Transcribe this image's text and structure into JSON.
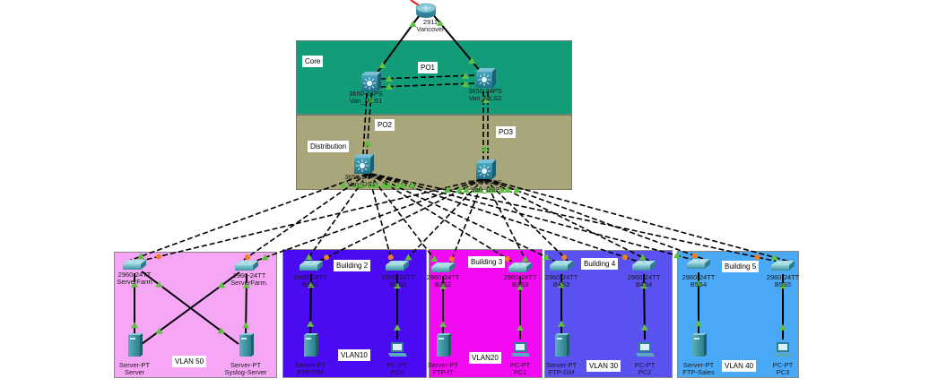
{
  "colors": {
    "core": "#139c7a",
    "distribution": "#a9a67b",
    "serverfarm": "#f5a6f5",
    "building2": "#4a0bf2",
    "building3": "#f20af2",
    "building4": "#5a52f0",
    "building5": "#4aa9f7",
    "link_up": "#5fbf3f",
    "link_down": "#f0801e"
  },
  "areas": {
    "core": {
      "label": "Core"
    },
    "distribution": {
      "label": "Distribution"
    },
    "serverfarm": {
      "label": "VLAN 50"
    },
    "building2": {
      "label": "Building 2",
      "vlan": "VLAN10"
    },
    "building3": {
      "label": "Building 3",
      "vlan": "VLAN20"
    },
    "building4": {
      "label": "Building 4",
      "vlan": "VLAN 30"
    },
    "building5": {
      "label": "Building 5",
      "vlan": "VLAN 40"
    }
  },
  "port_channels": [
    "PO1",
    "PO2",
    "PO3"
  ],
  "devices": {
    "router": {
      "model": "2911",
      "name": "Vancover"
    },
    "mls1": {
      "model": "3650-24PS",
      "name": "Van_MLS1"
    },
    "mls2": {
      "model": "3650-24PS",
      "name": "Van_MLS2"
    },
    "ds1": {
      "model": "3650-24PS",
      "name": "Van_DS1"
    },
    "ds2": {
      "model": "3650-24PS",
      "name": "Van_DS2"
    },
    "sf1": {
      "model": "2960-24TT",
      "name": "ServerFarm"
    },
    "sf2": {
      "model": "2960-24TT",
      "name": "ServerFarm."
    },
    "srv": {
      "model": "Server-PT",
      "name": "Server"
    },
    "syslog": {
      "model": "Server-PT",
      "name": "Syslog-Server"
    },
    "b2s1": {
      "model": "2960-24TT",
      "name": "B2S1"
    },
    "b2s2": {
      "model": "2960-24TT",
      "name": "B2S2"
    },
    "ftpitm": {
      "model": "Server-PT",
      "name": "FTP-ITM"
    },
    "pc0": {
      "model": "PC-PT",
      "name": "PC0"
    },
    "b3s2": {
      "model": "2960-24TT",
      "name": "B3S2"
    },
    "b3s3": {
      "model": "2960-24TT",
      "name": "B3S3"
    },
    "ftpit": {
      "model": "Server-PT",
      "name": "FTP-IT"
    },
    "pc1": {
      "model": "PC-PT",
      "name": "PC1"
    },
    "b4s3": {
      "model": "2960-24TT",
      "name": "B4S3"
    },
    "b4s4": {
      "model": "2960-24TT",
      "name": "B4S4"
    },
    "ftpgm": {
      "model": "Server-PT",
      "name": "FTP-GM"
    },
    "pc2": {
      "model": "PC-PT",
      "name": "PC2"
    },
    "b5s4": {
      "model": "2960-24TT",
      "name": "B5S4"
    },
    "b5s5": {
      "model": "2960-24TT",
      "name": "B5S5"
    },
    "ftpsales": {
      "model": "Server-PT",
      "name": "FTP-Sales"
    },
    "pc3": {
      "model": "PC-PT",
      "name": "PC3"
    }
  }
}
